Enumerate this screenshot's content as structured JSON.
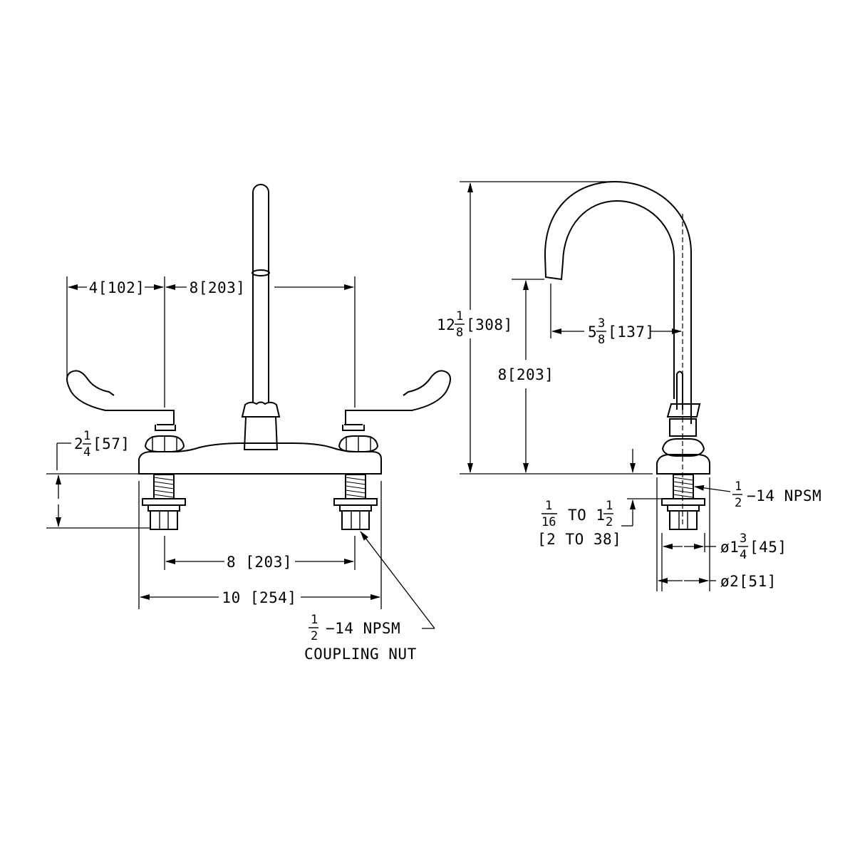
{
  "front_view": {
    "dim_handle_reach": "4[102]",
    "dim_spout_to_center": "8[203]",
    "dim_deck_height_whole": "2",
    "dim_deck_height_num": "1",
    "dim_deck_height_den": "4",
    "dim_deck_height_mm": "[57]",
    "dim_centers": "8 [203]",
    "dim_overall_width": "10 [254]",
    "coupling_num": "1",
    "coupling_den": "2",
    "coupling_thread": "−14 NPSM",
    "coupling_label": "COUPLING NUT"
  },
  "side_view": {
    "dim_height_whole": "12",
    "dim_height_num": "1",
    "dim_height_den": "8",
    "dim_height_mm": "[308]",
    "dim_spout_clearance": "8[203]",
    "dim_reach_whole": "5",
    "dim_reach_num": "3",
    "dim_reach_den": "8",
    "dim_reach_mm": "[137]",
    "thread_num": "1",
    "thread_den": "2",
    "thread_label": "−14 NPSM",
    "deck_num_a": "1",
    "deck_den_a": "16",
    "deck_to": "TO 1",
    "deck_num_b": "1",
    "deck_den_b": "2",
    "deck_mm": "[2 TO 38]",
    "dia_small_prefix": "ø1",
    "dia_small_num": "3",
    "dia_small_den": "4",
    "dia_small_mm": "[45]",
    "dia_large": "ø2[51]"
  }
}
